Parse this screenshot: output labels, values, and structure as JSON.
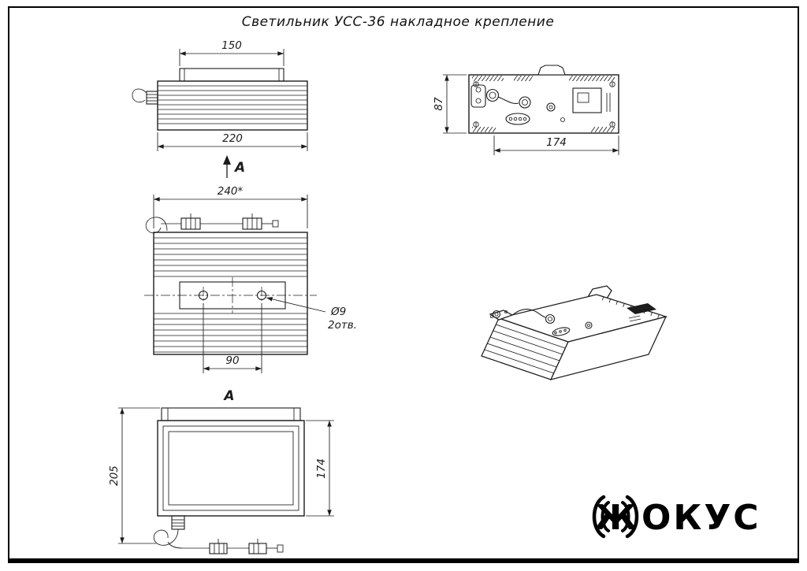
{
  "title": "Светильник УСС-36 накладное крепление",
  "views": {
    "side": {
      "dim_bracket_width": "150",
      "dim_overall_width": "220",
      "section_label": "А"
    },
    "end": {
      "dim_height": "87",
      "dim_width": "174"
    },
    "top": {
      "dim_overall_width": "240*",
      "dim_hole_spacing": "90",
      "hole_note_diameter": "Ø9",
      "hole_note_count": "2отв."
    },
    "front": {
      "view_label": "А",
      "dim_height": "205",
      "dim_width": "174"
    }
  },
  "logo": {
    "symbol": "Ж",
    "wordmark": "ОКУС"
  },
  "colors": {
    "line": "#1c1c1c",
    "background": "#ffffff"
  }
}
